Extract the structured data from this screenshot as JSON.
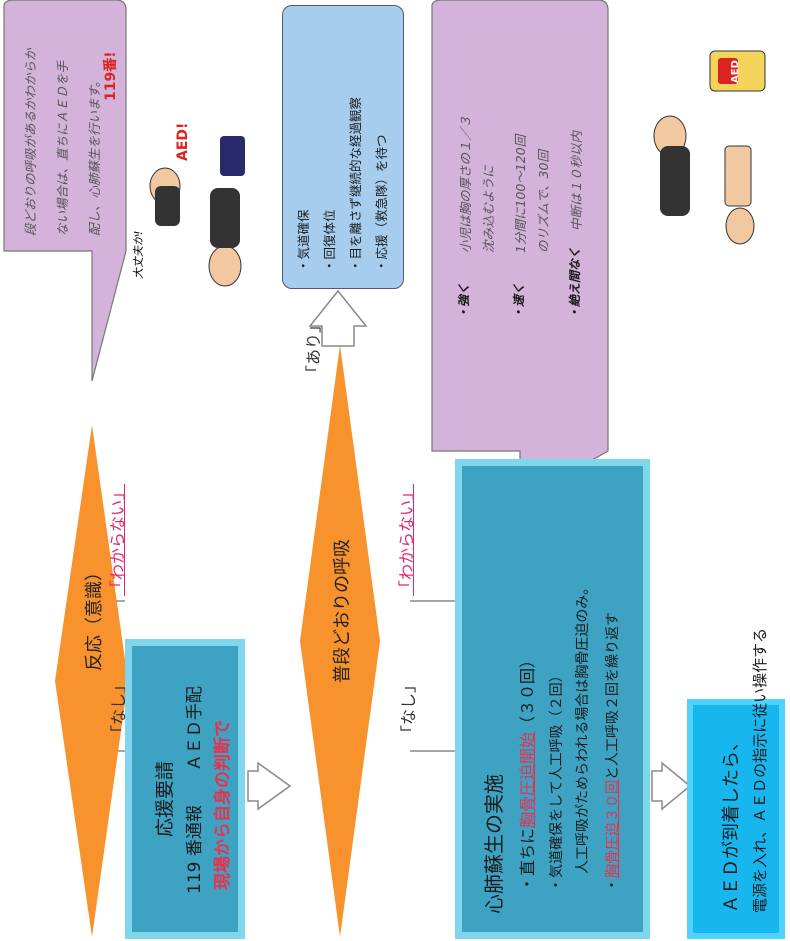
{
  "step1": {
    "question": "反応（意識）",
    "no": "「なし」",
    "unknown": "「わからない」"
  },
  "box1": {
    "title": "応援要請",
    "line1": "119 番通報　　ＡＥＤ手配",
    "line2": "現場から自身の判断で"
  },
  "step2": {
    "question": "普段どおりの呼吸",
    "no": "「なし」",
    "unknown": "「わからない」",
    "yes": "「あり」"
  },
  "info_box": {
    "items": [
      "・気道確保",
      "・回復体位",
      "・目を離さず継続的な経過観察",
      "・応援（救急隊）を待つ"
    ]
  },
  "bubble_top": {
    "lines": [
      "段どおりの呼吸があるかわからか",
      "ない場合は、直ちにＡＥＤを手",
      "配し、心肺蘇生を行います。"
    ]
  },
  "cpr_box": {
    "title": "心肺蘇生の実施",
    "item1_prefix": "・直ちに",
    "item1_red": "胸骨圧迫開始",
    "item1_suffix": "（３０回）",
    "item2": "・気道確保をして人工呼吸（２回）",
    "item3": "人工呼吸がためらわれる場合は胸骨圧迫のみ。",
    "item4_prefix": "・",
    "item4_red": "胸骨圧迫３０回",
    "item4_suffix": "と人工呼吸２回を繰り返す"
  },
  "bubble_cpr": {
    "strong_label": "・強く",
    "strong_text": "小児は胸の厚さの１／３",
    "strong_text2": "沈み込むように",
    "fast_label": "・速く",
    "fast_text": "1分間に100～120回",
    "fast_text2": "のリズムで、30回",
    "continuous_label": "・絶え間なく",
    "continuous_text": "中断は１０秒以内"
  },
  "aed_box": {
    "line1": "ＡＥＤが到着したら、",
    "line2": "電源を入れ、ＡＥＤの指示に従い操作する"
  },
  "illustration": {
    "shout_119": "119番!",
    "shout_aed": "AED!",
    "ask": "大丈夫か!",
    "aed_device": "AED"
  },
  "colors": {
    "diamond": "#f7922d",
    "box_blue": "#3ea2c2",
    "box_border": "#7fd7ee",
    "aed_box": "#18b6ee",
    "info_box": "#a6cdee",
    "bubble": "#d4b3da",
    "red_text": "#e8304e"
  }
}
